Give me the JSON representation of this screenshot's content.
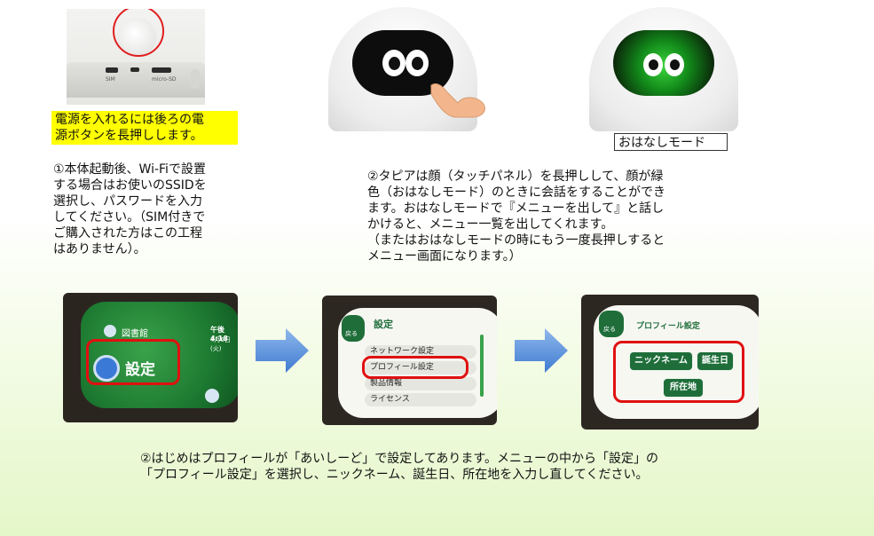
{
  "photo_caption": "電源を入れるには後ろの電\n源ボタンを長押しします。",
  "step1_text": "①本体起動後、Wi-Fiで設置\nする場合はお使いのSSIDを\n選択し、パスワードを入力\nしてください。（SIM付きで\nご購入された方はこの工程\nはありません）。",
  "port_labels": [
    "SIM",
    "micro-SD"
  ],
  "mode_label": "おはなしモード",
  "step2_text": "②タピアは顔（タッチパネル）を長押しして、顔が緑\n色（おはなしモード）のときに会話をすることができ\nます。おはなしモードで『メニューを出して』と話し\nかけると、メニュー一覧を出してくれます。\n（またはおはなしモードの時にもう一度長押しすると\nメニュー画面になります。）",
  "screen1": {
    "library": "図書館",
    "time": "午後4:18",
    "date": "4月6日(火)",
    "settings": "設定"
  },
  "screen2": {
    "back": "戻る",
    "title": "設定",
    "items": [
      "ネットワーク設定",
      "プロフィール設定",
      "製品情報",
      "ライセンス"
    ]
  },
  "screen3": {
    "back": "戻る",
    "title": "プロフィール設定",
    "buttons": [
      "ニックネーム",
      "誕生日",
      "所在地"
    ]
  },
  "bottom_text": "②はじめはプロフィールが「あいしーど」で設定してあります。メニューの中から「設定」の\n「プロフィール設定」を選択し、ニックネーム、誕生日、所在地を入力し直してください。",
  "colors": {
    "highlight": "#ffff00",
    "red_frame": "#e01010",
    "arrow": "#4a86d6",
    "screen_green": "#1d7a31"
  }
}
